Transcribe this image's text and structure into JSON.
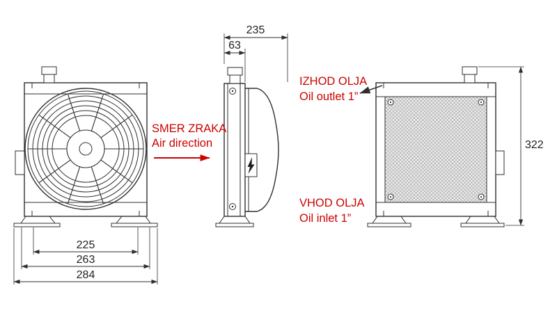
{
  "labels": {
    "air_direction_sl": "SMER ZRAKA",
    "air_direction_en": "Air direction",
    "oil_outlet_sl": "IZHOD OLJA",
    "oil_outlet_en": "Oil outlet 1”",
    "oil_inlet_sl": "VHOD OLJA",
    "oil_inlet_en": "Oil inlet 1”"
  },
  "dimensions": {
    "overall_depth": "235",
    "core_depth": "63",
    "mount_width_inner": "225",
    "mount_width_outer": "263",
    "overall_width": "284",
    "overall_height": "322"
  },
  "colors": {
    "line": "#2e2e2e",
    "label_red": "#cc0000"
  }
}
